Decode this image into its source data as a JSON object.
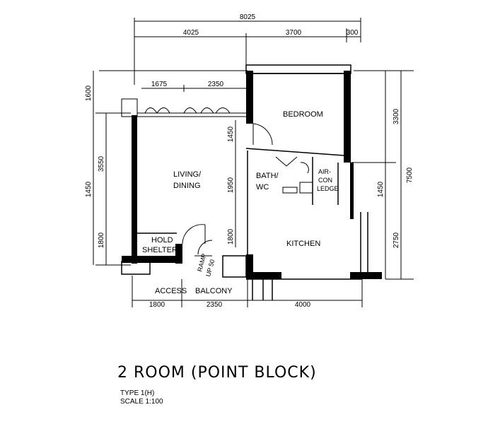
{
  "dimensions": {
    "overall_width": "8025",
    "top_left": "4025",
    "top_mid": "3700",
    "top_right": "300",
    "store_left": "1675",
    "store_right": "2350",
    "left_1600": "1600",
    "left_3550": "3550",
    "left_1450a": "1450",
    "left_1800": "1800",
    "inner_1450": "1450",
    "inner_1950": "1950",
    "inner_1800": "1800",
    "right_3300": "3300",
    "right_1450": "1450",
    "right_2750": "2750",
    "right_7500": "7500",
    "bottom_1800": "1800",
    "bottom_2350": "2350",
    "bottom_4000": "4000"
  },
  "rooms": {
    "bedroom": "BEDROOM",
    "living_1": "LIVING/",
    "living_2": "DINING",
    "bath_1": "BATH/",
    "bath_2": "WC",
    "aircon_1": "AIR-",
    "aircon_2": "CON",
    "aircon_3": "LEDGE",
    "kitchen": "KITCHEN",
    "hold_1": "HOLD",
    "hold_2": "SHELTER",
    "ramp_1": "RAMP",
    "ramp_2": "UP 50",
    "access": "ACCESS",
    "balcony": "BALCONY"
  },
  "title": "2 ROOM (POINT BLOCK)",
  "type_label": "TYPE 1(H)",
  "scale_label": "SCALE 1:100"
}
